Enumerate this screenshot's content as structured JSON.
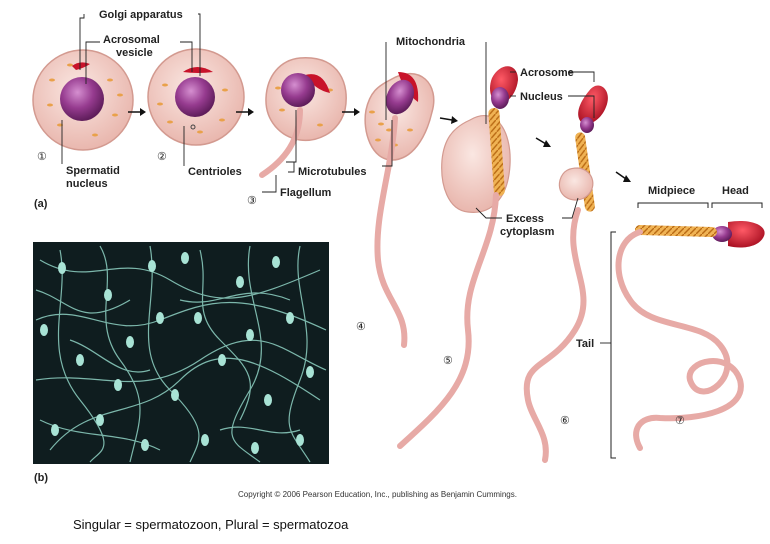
{
  "labels": {
    "golgi": "Golgi apparatus",
    "acrosomal_1": "Acrosomal",
    "acrosomal_2": "vesicle",
    "spermatid_1": "Spermatid",
    "spermatid_2": "nucleus",
    "centrioles": "Centrioles",
    "microtubules": "Microtubules",
    "flagellum": "Flagellum",
    "mitochondria": "Mitochondria",
    "acrosome": "Acrosome",
    "nucleus": "Nucleus",
    "excess_1": "Excess",
    "excess_2": "cytoplasm",
    "midpiece": "Midpiece",
    "head": "Head",
    "tail": "Tail",
    "panel_a": "(a)",
    "panel_b": "(b)"
  },
  "steps": [
    "①",
    "②",
    "③",
    "④",
    "⑤",
    "⑥",
    "⑦"
  ],
  "copyright": "Copyright © 2006 Pearson Education, Inc., publishing as Benjamin Cummings.",
  "caption": "Singular = spermatozoon,  Plural = spermatozoa",
  "colors": {
    "cytoplasm": "#f3d2cc",
    "nucleus": "#8e2f87",
    "acrosome": "#c8132a",
    "midpiece": "#e8a23c",
    "tail": "#e7aaa6",
    "micrograph_bg": "#0f1d1f",
    "micrograph_sperm": "#8fd3c4"
  },
  "icons": [
    "arrow-icon"
  ]
}
